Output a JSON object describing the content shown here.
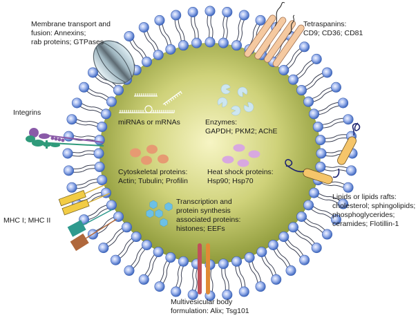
{
  "figure": {
    "title": "Extracellular vesicle composition",
    "colors": {
      "lumen_center": "#f4f2b8",
      "lumen_edge": "#8e9a3a",
      "lipid_head": "#4a74c8",
      "lipid_head_highlight": "#e8eeff",
      "lipid_tail": "#3a3f52",
      "tetraspanin": "#f5c9a0",
      "enzyme": "#cde6f0",
      "cytoskeletal": "#e69a72",
      "heat_shock": "#d8a8e0",
      "transcription": "#6cc0e6",
      "raft_protein": "#f5c56a",
      "mhc_yellow": "#f2cc45",
      "mhc_teal": "#2f9a8e",
      "mhc_brown": "#b0683c",
      "mvb_red": "#c0505a",
      "mvb_orange": "#e08a35",
      "integrin_purple": "#8a5aa8",
      "integrin_green": "#2f9a7a"
    }
  },
  "labels": {
    "membrane_transport": [
      "Membrane transport and",
      "fusion: Annexins;",
      "rab proteins; GTPases"
    ],
    "tetraspanins": [
      "Tetraspanins:",
      "CD9; CD36; CD81"
    ],
    "integrins": [
      "Integrins"
    ],
    "mirna": [
      "miRNAs or mRNAs"
    ],
    "enzymes": [
      "Enzymes:",
      "GAPDH; PKM2; AChE"
    ],
    "cytoskeletal": [
      "Cytoskeletal proteins:",
      "Actin; Tubulin; Profilin"
    ],
    "heat_shock": [
      "Heat shock proteins:",
      "Hsp90; Hsp70"
    ],
    "transcription": [
      "Transcription and",
      "protein synthesis",
      "associated proteins:",
      "histones; EEFs"
    ],
    "lipids": [
      "Lipids or lipids rafts:",
      "cholesterol; sphingolipids;",
      "phosphoglycerides;",
      "ceramides; Flotillin-1"
    ],
    "mhc": [
      "MHC I; MHC II"
    ],
    "mvb": [
      "Multivesicular body",
      "formulation: Alix; Tsg101"
    ]
  }
}
